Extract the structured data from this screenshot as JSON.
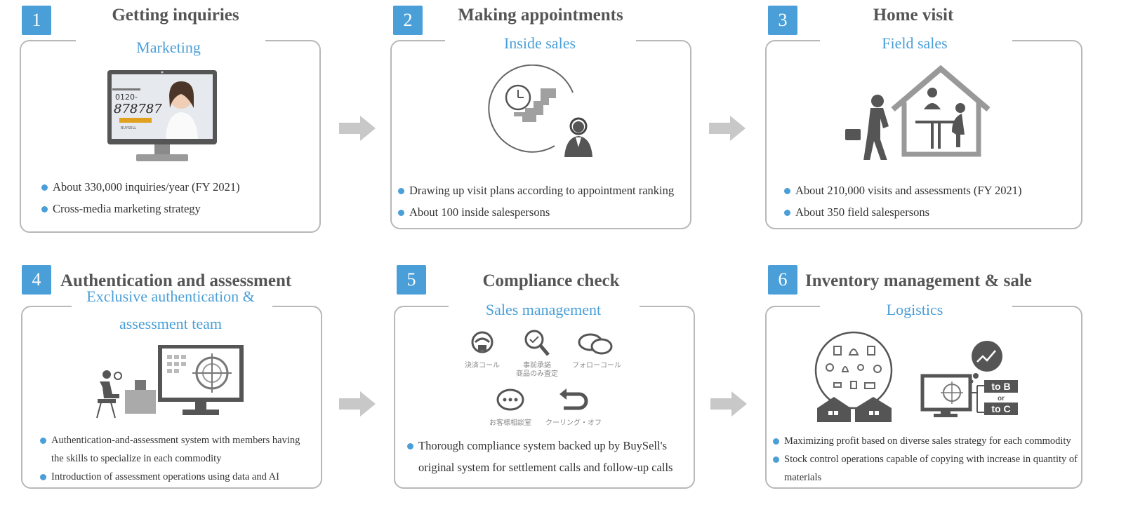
{
  "steps": [
    {
      "number": "1",
      "title": "Getting inquiries",
      "subtitle": "Marketing",
      "screen_text": {
        "line1": "0120-",
        "line2": "878787",
        "brand": "BUYSELL"
      },
      "bullets": [
        "About 330,000 inquiries/year (FY 2021)",
        "Cross-media marketing strategy"
      ]
    },
    {
      "number": "2",
      "title": "Making appointments",
      "subtitle": "Inside sales",
      "bullets": [
        "Drawing up visit plans according to appointment ranking",
        "About 100 inside salespersons"
      ]
    },
    {
      "number": "3",
      "title": "Home visit",
      "subtitle": "Field sales",
      "bullets": [
        "About 210,000 visits and assessments (FY 2021)",
        "About 350 field salespersons"
      ]
    },
    {
      "number": "4",
      "title": "Authentication and assessment",
      "subtitle_line1": "Exclusive authentication &",
      "subtitle_line2": "assessment team",
      "bullets": [
        "Authentication-and-assessment system with members having the skills to specialize in each commodity",
        "Introduction of assessment operations using data and AI"
      ]
    },
    {
      "number": "5",
      "title": "Compliance check",
      "subtitle": "Sales management",
      "icon_labels": [
        "決済コール",
        "事前承諾",
        "商品のみ査定",
        "フォローコール",
        "お客様相談室",
        "クーリング・オフ"
      ],
      "bullets": [
        "Thorough compliance system backed up by BuySell's original system for settlement calls and follow-up calls"
      ]
    },
    {
      "number": "6",
      "title": "Inventory management & sale",
      "subtitle": "Logistics",
      "sale_labels": {
        "to_b": "to B",
        "or": "or",
        "to_c": "to C"
      },
      "bullets": [
        "Maximizing profit based on diverse sales strategy for each commodity",
        "Stock control operations capable of copying with increase in quantity of materials"
      ]
    }
  ],
  "colors": {
    "accent": "#4a9fd8",
    "border": "#b8b8b8",
    "icon": "#666666",
    "arrow": "#c8c8c8"
  }
}
